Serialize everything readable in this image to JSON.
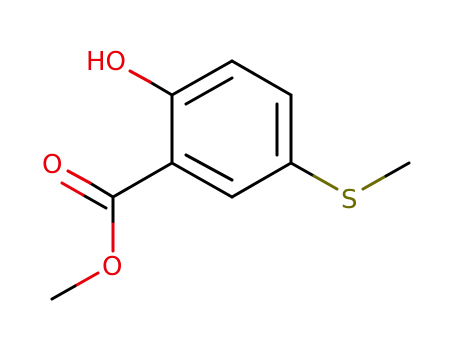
{
  "molecule": {
    "atoms": {
      "hydroxyl": {
        "text": "HO",
        "color": "#e8000b"
      },
      "carbonyl_oxygen": {
        "text": "O",
        "color": "#e8000b"
      },
      "ester_oxygen": {
        "text": "O",
        "color": "#e8000b"
      },
      "sulfur": {
        "text": "S",
        "color": "#6b6b00"
      }
    },
    "bond_color": "#000000"
  }
}
